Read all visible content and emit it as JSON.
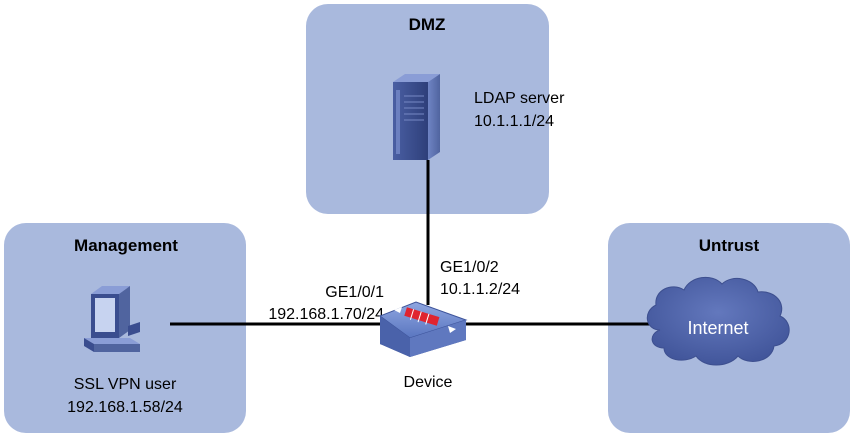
{
  "zones": {
    "dmz": {
      "title": "DMZ"
    },
    "management": {
      "title": "Management"
    },
    "untrust": {
      "title": "Untrust"
    }
  },
  "nodes": {
    "ldap_server": {
      "name": "LDAP server",
      "ip": "10.1.1.1/24",
      "icon": "server-icon"
    },
    "vpn_user": {
      "name": "SSL VPN user",
      "ip": "192.168.1.58/24",
      "icon": "pc-icon"
    },
    "device": {
      "name": "Device",
      "icon": "firewall-icon"
    },
    "internet": {
      "name": "Internet",
      "icon": "cloud-icon"
    }
  },
  "interfaces": {
    "ge1": {
      "name": "GE1/0/1",
      "ip": "192.168.1.70/24"
    },
    "ge2": {
      "name": "GE1/0/2",
      "ip": "10.1.1.2/24"
    }
  },
  "colors": {
    "zone_fill": "#a9b9dd",
    "device_blue": "#5470b8",
    "cloud_blue": "#4f63a8",
    "firewall_red": "#e0242f",
    "server_blue": "#3a4d8f"
  }
}
